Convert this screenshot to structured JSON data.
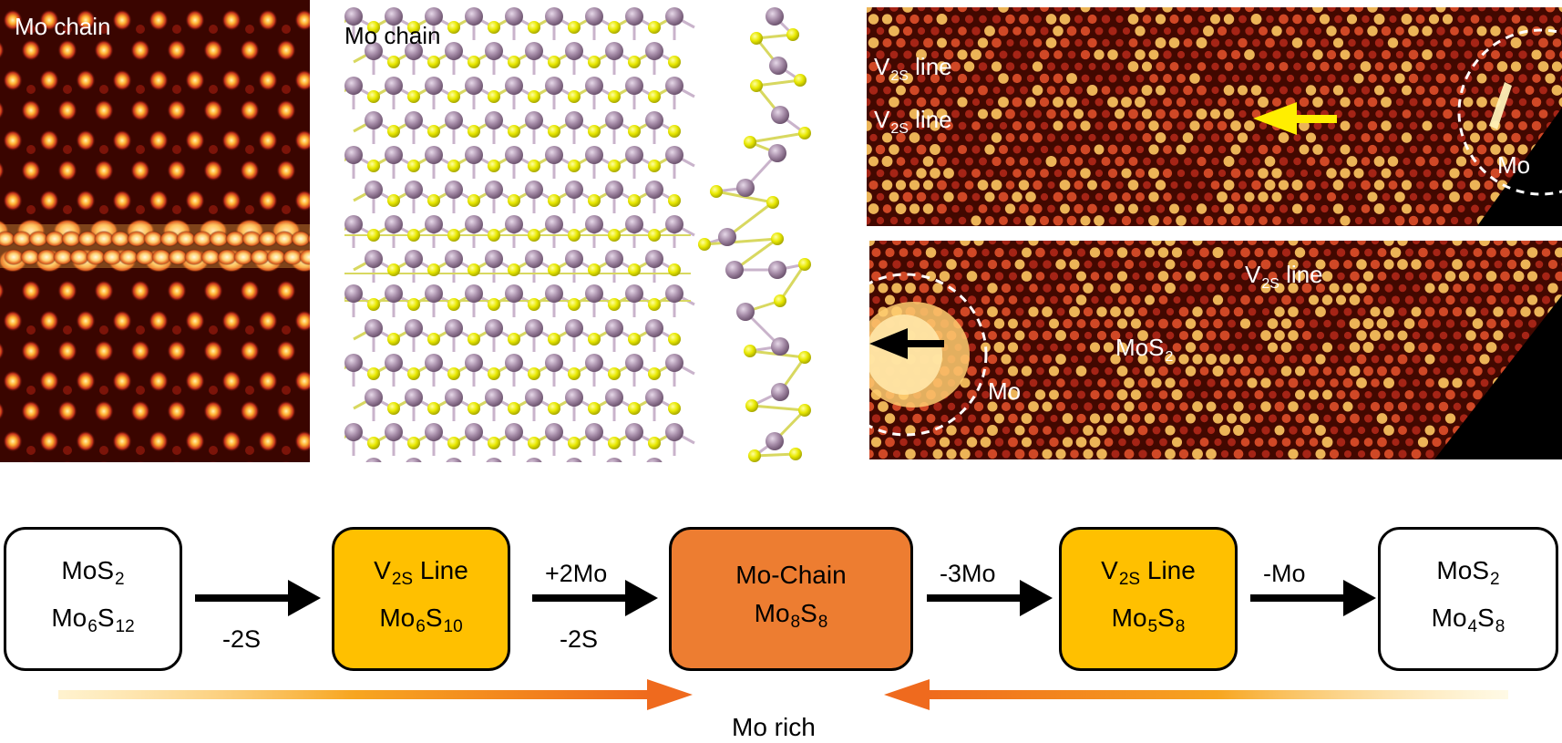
{
  "panels": {
    "stem_left": {
      "label": "Mo chain"
    },
    "model": {
      "label": "Mo chain"
    },
    "stem_top": {
      "labels": [
        {
          "base": "V",
          "sub": "2S",
          "rest": " line"
        },
        {
          "base": "V",
          "sub": "2S",
          "rest": " line"
        }
      ],
      "mo_label": "Mo"
    },
    "stem_bottom": {
      "vline": {
        "base": "V",
        "sub": "2S",
        "rest": " line"
      },
      "mos2": {
        "base": "MoS",
        "sub": "2"
      },
      "mo_label": "Mo"
    }
  },
  "flow": {
    "boxes": [
      {
        "line1": {
          "parts": [
            [
              "MoS",
              ""
            ],
            [
              "",
              "2"
            ]
          ]
        },
        "line2": {
          "parts": [
            [
              "Mo",
              ""
            ],
            [
              "",
              "6"
            ],
            [
              "S",
              ""
            ],
            [
              "",
              "12"
            ]
          ]
        },
        "fill": "#ffffff"
      },
      {
        "line1": {
          "parts": [
            [
              "V",
              ""
            ],
            [
              "",
              "2S"
            ],
            [
              " Line",
              ""
            ]
          ]
        },
        "line2": {
          "parts": [
            [
              "Mo",
              ""
            ],
            [
              "",
              "6"
            ],
            [
              "S",
              ""
            ],
            [
              "",
              "10"
            ]
          ]
        },
        "fill": "#ffc000"
      },
      {
        "line1": {
          "parts": [
            [
              "Mo-Chain",
              ""
            ]
          ]
        },
        "line2": {
          "parts": [
            [
              "Mo",
              ""
            ],
            [
              "",
              "8"
            ],
            [
              "S",
              ""
            ],
            [
              "",
              "8"
            ]
          ]
        },
        "fill": "#ed7d31"
      },
      {
        "line1": {
          "parts": [
            [
              "V",
              ""
            ],
            [
              "",
              "2S"
            ],
            [
              " Line",
              ""
            ]
          ]
        },
        "line2": {
          "parts": [
            [
              "Mo",
              ""
            ],
            [
              "",
              "5"
            ],
            [
              "S",
              ""
            ],
            [
              "",
              "8"
            ]
          ]
        },
        "fill": "#ffc000"
      },
      {
        "line1": {
          "parts": [
            [
              "MoS",
              ""
            ],
            [
              "",
              "2"
            ]
          ]
        },
        "line2": {
          "parts": [
            [
              "Mo",
              ""
            ],
            [
              "",
              "4"
            ],
            [
              "S",
              ""
            ],
            [
              "",
              "8"
            ]
          ]
        },
        "fill": "#ffffff"
      }
    ],
    "steps": [
      {
        "above": "",
        "below": "-2S"
      },
      {
        "above": "+2Mo",
        "below": "-2S"
      },
      {
        "above": "-3Mo",
        "below": ""
      },
      {
        "above": "-Mo",
        "below": ""
      }
    ]
  },
  "gradient_caption": "Mo rich",
  "colors": {
    "yellow_box": "#ffc000",
    "orange_box": "#ed7d31",
    "mo_atom": "#a58ba7",
    "s_atom": "#e8e800",
    "stem_dark": "#1a0000",
    "stem_mid": "#c0301a",
    "stem_bright": "#ffd060",
    "arrow_yellow": "#ffee00"
  }
}
